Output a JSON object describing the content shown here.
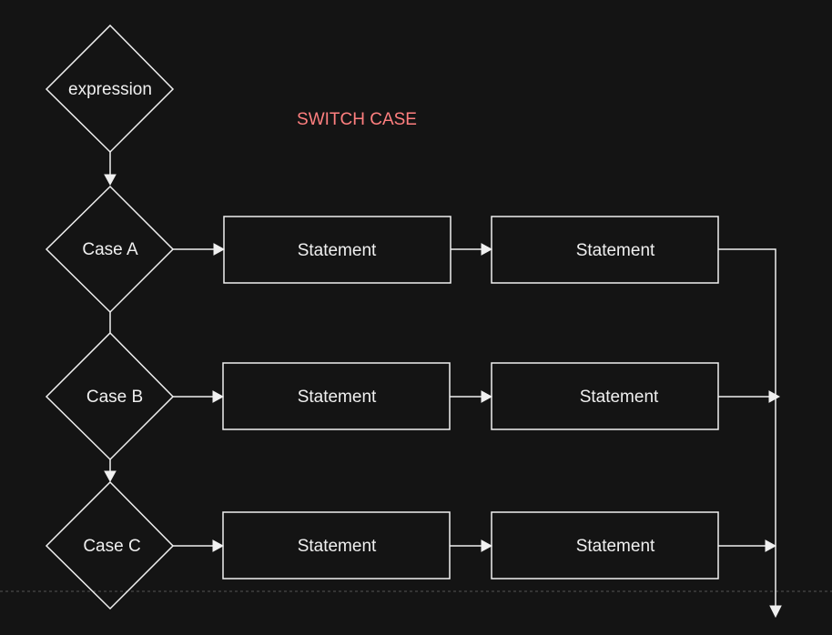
{
  "title": "SWITCH CASE",
  "colors": {
    "background": "#141414",
    "stroke": "#f0f0f0",
    "text": "#f0f0f0",
    "title": "#ff7f7f"
  },
  "nodes": {
    "expression": "expression",
    "case_a": "Case A",
    "case_b": "Case B",
    "case_c": "Case C",
    "a_stmt_1": "Statement",
    "a_stmt_2": "Statement",
    "b_stmt_1": "Statement",
    "b_stmt_2": "Statement",
    "c_stmt_1": "Statement",
    "c_stmt_2": "Statement"
  }
}
